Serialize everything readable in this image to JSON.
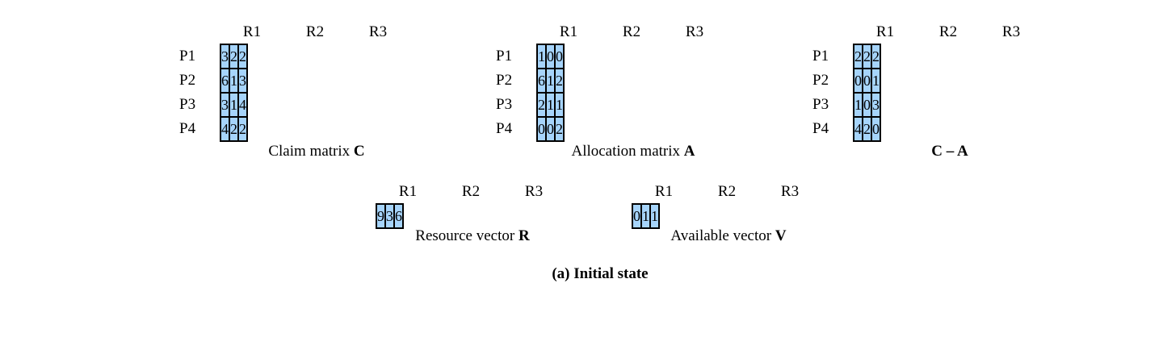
{
  "columns": [
    "R1",
    "R2",
    "R3"
  ],
  "processes": [
    "P1",
    "P2",
    "P3",
    "P4"
  ],
  "claim": {
    "caption_text": "Claim matrix ",
    "caption_bold": "C",
    "rows": [
      [
        "3",
        "2",
        "2"
      ],
      [
        "6",
        "1",
        "3"
      ],
      [
        "3",
        "1",
        "4"
      ],
      [
        "4",
        "2",
        "2"
      ]
    ]
  },
  "allocation": {
    "caption_text": "Allocation matrix ",
    "caption_bold": "A",
    "rows": [
      [
        "1",
        "0",
        "0"
      ],
      [
        "6",
        "1",
        "2"
      ],
      [
        "2",
        "1",
        "1"
      ],
      [
        "0",
        "0",
        "2"
      ]
    ]
  },
  "need": {
    "caption_text": "",
    "caption_bold": "C – A",
    "rows": [
      [
        "2",
        "2",
        "2"
      ],
      [
        "0",
        "0",
        "1"
      ],
      [
        "1",
        "0",
        "3"
      ],
      [
        "4",
        "2",
        "0"
      ]
    ]
  },
  "resource": {
    "caption_text": "Resource vector ",
    "caption_bold": "R",
    "values": [
      "9",
      "3",
      "6"
    ]
  },
  "available": {
    "caption_text": "Available vector ",
    "caption_bold": "V",
    "values": [
      "0",
      "1",
      "1"
    ]
  },
  "figure_title": "(a) Initial state",
  "colors": {
    "cell_fill": "#a6d4fb",
    "border": "#000000"
  }
}
